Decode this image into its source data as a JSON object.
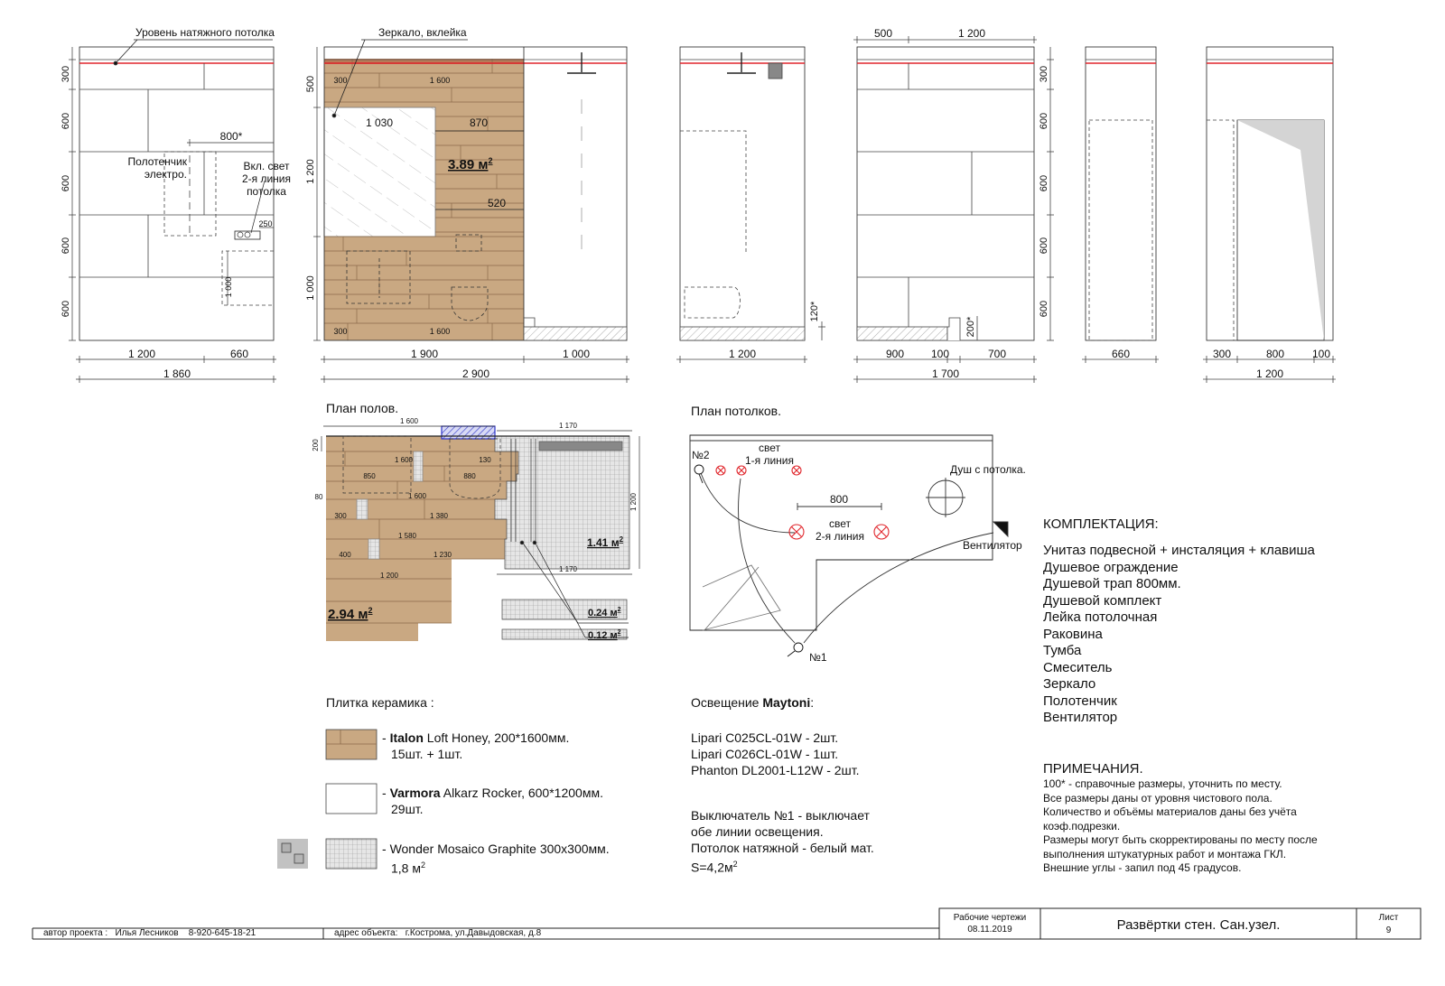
{
  "annotations": {
    "stretch_ceiling_level": "Уровень натяжного потолка",
    "mirror_inlay": "Зеркало, вклейка",
    "towel_line1": "Полотенчик",
    "towel_line2": "электро.",
    "light_sw_line1": "Вкл. свет",
    "light_sw_line2": "2-я линия",
    "light_sw_line3": "потолка",
    "shower_from_ceiling": "Душ с потолка.",
    "ventilator": "Вентилятор",
    "light_line1_a": "свет",
    "light_line1_b": "1-я линия",
    "light_line2_a": "свет",
    "light_line2_b": "2-я линия",
    "switch_no2": "№2",
    "switch_no1": "№1"
  },
  "dimensions": {
    "e1_h": [
      "300",
      "600",
      "600",
      "600",
      "600"
    ],
    "e1_b1": "1 200",
    "e1_b2": "660",
    "e1_total": "1 860",
    "e1_800": "800*",
    "e1_250": "250",
    "e1_1000": "1 000",
    "e2_h": [
      "500",
      "1 200",
      "1 000"
    ],
    "e2_300a": "300",
    "e2_1600a": "1 600",
    "e2_1030": "1 030",
    "e2_870": "870",
    "e2_520": "520",
    "e2_300b": "300",
    "e2_1600b": "1 600",
    "e2_1900": "1 900",
    "e2_1000": "1 000",
    "e2_total": "2 900",
    "e3_120": "120*",
    "e3_1200": "1 200",
    "e4_500": "500",
    "e4_1200top": "1 200",
    "e4_900": "900",
    "e4_100": "100",
    "e4_700": "700",
    "e4_total": "1 700",
    "e4_200": "200*",
    "e4_h": [
      "300",
      "600",
      "600",
      "600",
      "600"
    ],
    "e5_660": "660",
    "e6_300": "300",
    "e6_800": "800",
    "e6_100": "100",
    "e6_total": "1 200",
    "fp_1600": "1 600",
    "fp_1170a": "1 170",
    "fp_1170b": "1 170",
    "fp_200": "200",
    "fp_1200": "1 200",
    "fp_r1_1600": "1 600",
    "fp_r1_130": "130",
    "fp_850": "850",
    "fp_880": "880",
    "fp_80": "80",
    "fp_r2_1600": "1 600",
    "fp_300": "300",
    "fp_1380": "1 380",
    "fp_1580": "1 580",
    "fp_400": "400",
    "fp_1230": "1 230",
    "fp_r5_1200": "1 200",
    "cp_800": "800"
  },
  "areas": {
    "wall_tile_area": "3.89 м",
    "floor_wood_area": "2.94 м",
    "mosaic_area": "1.41 м",
    "strip1_area": "0.24 м",
    "strip2_area": "0.12 м",
    "sup": "2"
  },
  "titles": {
    "floor_plan": "План полов.",
    "ceiling_plan": "План потолков."
  },
  "tiles": {
    "heading": "Плитка керамика :",
    "t1_brand": "Italon",
    "t1_rest": " Loft Honey, 200*1600мм.",
    "t1_qty": "15шт. + 1шт.",
    "t2_brand": "Varmora",
    "t2_rest": " Alkarz Rocker, 600*1200мм.",
    "t2_qty": "29шт.",
    "t3_text": "Wonder Mosaico Graphite 300x300мм.",
    "t3_qty": "1,8 м",
    "dash": "- "
  },
  "lighting": {
    "heading_prefix": "Освещение ",
    "heading_brand": "Maytoni",
    "heading_suffix": ":",
    "items": [
      "Lipari C025CL-01W  - 2шт.",
      "Lipari C026CL-01W  - 1шт.",
      "Phanton DL2001-L12W  - 2шт."
    ],
    "notes": [
      "Выключатель №1 - выключает",
      "обе линии освещения.",
      "Потолок натяжной - белый мат.",
      "S=4,2м"
    ]
  },
  "kit": {
    "heading": "КОМПЛЕКТАЦИЯ:",
    "items": [
      "Унитаз подвесной + инсталяция + клавиша",
      "Душевое ограждение",
      "Душевой трап 800мм.",
      "Душевой комплект",
      "Лейка потолочная",
      "Раковина",
      "Тумба",
      "Смеситель",
      "Зеркало",
      "Полотенчик",
      "Вентилятор"
    ]
  },
  "remarks": {
    "heading": "ПРИМЕЧАНИЯ.",
    "lines": [
      "100* - справочные размеры, уточнить по месту.",
      "Все размеры даны от уровня чистового пола.",
      "Количество и объёмы материалов даны без учёта",
      "коэф.подрезки.",
      "Размеры могут быть скорректированы по месту после",
      "выполнения штукатурных работ и монтажа ГКЛ.",
      "Внешние углы - запил под 45 градусов."
    ]
  },
  "title_block": {
    "author_label": "автор проекта :",
    "author_name": "Илья Лесников",
    "author_phone": "8-920-645-18-21",
    "address_label": "адрес объекта:",
    "address": "г.Кострома, ул.Давыдовская, д.8",
    "doc_type": "Рабочие чертежи",
    "date": "08.11.2019",
    "sheet_title": "Развёртки стен. Сан.узел.",
    "sheet_label": "Лист",
    "sheet_no": "9"
  },
  "colors": {
    "wood": "#c9a882",
    "red_line": "#e0252b",
    "grid": "#9a9a9a",
    "blue_hatch": "#2c33c8"
  }
}
